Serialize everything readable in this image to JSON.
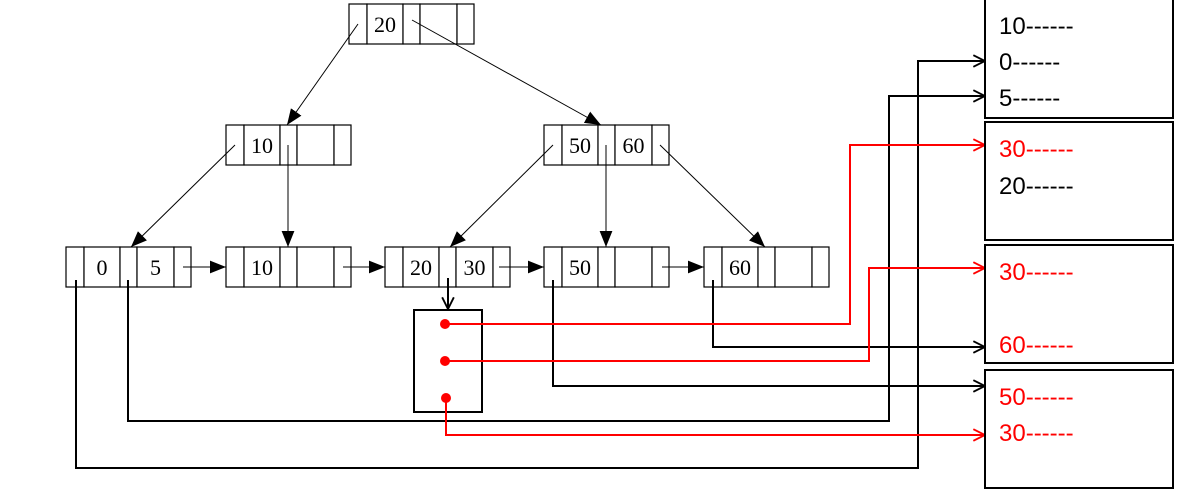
{
  "tree": {
    "root": {
      "keys": [
        "20",
        ""
      ]
    },
    "internal": [
      {
        "keys": [
          "10",
          ""
        ]
      },
      {
        "keys": [
          "50",
          "60"
        ]
      }
    ],
    "leaves": [
      {
        "keys": [
          "0",
          "5"
        ]
      },
      {
        "keys": [
          "10",
          ""
        ]
      },
      {
        "keys": [
          "20",
          "30"
        ]
      },
      {
        "keys": [
          "50",
          ""
        ]
      },
      {
        "keys": [
          "60",
          ""
        ]
      }
    ]
  },
  "bucket": {
    "pointer_count": 3,
    "pointer_color": "#ff0000"
  },
  "data_pages": [
    {
      "records": [
        {
          "text": "10------",
          "color": "#000000"
        },
        {
          "text": "0------",
          "color": "#000000"
        },
        {
          "text": "5------",
          "color": "#000000"
        }
      ]
    },
    {
      "records": [
        {
          "text": "30------",
          "color": "#ff0000"
        },
        {
          "text": "20------",
          "color": "#000000"
        }
      ]
    },
    {
      "records": [
        {
          "text": "30------",
          "color": "#ff0000"
        },
        {
          "text": "60------",
          "color": "#ff0000"
        }
      ]
    },
    {
      "records": [
        {
          "text": "50------",
          "color": "#ff0000"
        },
        {
          "text": "30------",
          "color": "#ff0000"
        }
      ]
    }
  ],
  "colors": {
    "line": "#000000",
    "highlight": "#ff0000"
  }
}
